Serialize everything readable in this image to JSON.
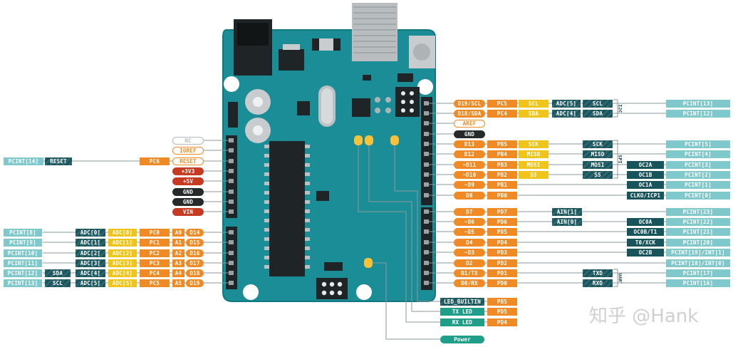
{
  "colors": {
    "board": "#1b8d96",
    "board_edge": "#137780",
    "lines": "#8a9a9c",
    "pcint": "#7fc8cc",
    "orange": "#f08a24",
    "yellow": "#f0c419",
    "dark_teal": "#17545c",
    "teal": "#16888d",
    "red": "#c73a22",
    "black": "#262a2b",
    "power_green": "#1f9f8a",
    "led_yellow": "#f7c23a"
  },
  "left_pins": {
    "top": [
      {
        "label": "NC",
        "style": "outlined_gray"
      },
      {
        "label": "IOREF",
        "style": "outlined_orange"
      },
      {
        "label": "RESET",
        "style": "outlined_orange",
        "port": "PC6",
        "alt": "RESET",
        "pcint": "PCINT[14]"
      },
      {
        "label": "+3V3",
        "style": "red"
      },
      {
        "label": "+5V",
        "style": "red"
      },
      {
        "label": "GND",
        "style": "black"
      },
      {
        "label": "GND",
        "style": "black"
      },
      {
        "label": "VIN",
        "style": "red"
      }
    ],
    "analog": [
      {
        "pcint": "PCINT[8]",
        "twi": "",
        "adc": "ADC[0]",
        "adc2": "ADC[0]",
        "port": "PC0",
        "a": "A0",
        "d": "D14"
      },
      {
        "pcint": "PCINT[9]",
        "twi": "",
        "adc": "ADC[1]",
        "adc2": "ADC[1]",
        "port": "PC1",
        "a": "A1",
        "d": "D15"
      },
      {
        "pcint": "PCINT[10]",
        "twi": "",
        "adc": "ADC[2]",
        "adc2": "ADC[2]",
        "port": "PC2",
        "a": "A2",
        "d": "D16"
      },
      {
        "pcint": "PCINT[11]",
        "twi": "",
        "adc": "ADC[3]",
        "adc2": "ADC[3]",
        "port": "PC3",
        "a": "A3",
        "d": "D17"
      },
      {
        "pcint": "PCINT[12]",
        "twi": "SDA",
        "adc": "ADC[4]",
        "adc2": "ADC[4]",
        "port": "PC4",
        "a": "A4",
        "d": "D18"
      },
      {
        "pcint": "PCINT[13]",
        "twi": "SCL",
        "adc": "ADC[5]",
        "adc2": "ADC[5]",
        "port": "PC5",
        "a": "A5",
        "d": "D19"
      }
    ]
  },
  "right_pins": [
    {
      "pin": "D19/SCL",
      "port": "PC5",
      "func": "SCL",
      "adc": "ADC[5]",
      "bus": "SCL",
      "extra": "",
      "pcint": "PCINT[13]"
    },
    {
      "pin": "D18/SDA",
      "port": "PC4",
      "func": "SDA",
      "adc": "ADC[4]",
      "bus": "SDA",
      "extra": "",
      "pcint": "PCINT[12]"
    },
    {
      "pin": "AREF",
      "special": "outlined"
    },
    {
      "pin": "GND",
      "special": "black"
    },
    {
      "pin": "D13",
      "port": "PB5",
      "func": "SCK",
      "bus": "SCK",
      "extra": "",
      "pcint": "PCINT[5]"
    },
    {
      "pin": "D12",
      "port": "PB4",
      "func": "MISO",
      "bus": "MISO",
      "extra": "",
      "pcint": "PCINT[4]"
    },
    {
      "pin": "~D11",
      "port": "PB3",
      "func": "MOSI",
      "bus": "MOSI",
      "extra": "OC2A",
      "pcint": "PCINT[3]"
    },
    {
      "pin": "~D10",
      "port": "PB2",
      "func": "SS",
      "bus": "SS",
      "extra": "OC1B",
      "pcint": "PCINT[2]"
    },
    {
      "pin": "~D9",
      "port": "PB1",
      "extra": "OC1A",
      "pcint": "PCINT[1]"
    },
    {
      "pin": "D8",
      "port": "PB0",
      "extra": "CLKO/ICP1",
      "pcint": "PCINT[0]"
    },
    {
      "pin": "D7",
      "port": "PD7",
      "ain": "AIN[1]",
      "pcint": "PCINT[23]"
    },
    {
      "pin": "~D6",
      "port": "PD6",
      "ain": "AIN[0]",
      "extra": "OC0A",
      "pcint": "PCINT[22]"
    },
    {
      "pin": "~D5",
      "port": "PD5",
      "extra": "OC0B/T1",
      "pcint": "PCINT[21]"
    },
    {
      "pin": "D4",
      "port": "PD4",
      "extra": "T0/XCK",
      "pcint": "PCINT[20]"
    },
    {
      "pin": "~D3",
      "port": "PD3",
      "extra": "OC2B",
      "pcint": "PCINT[19]/INT[1]"
    },
    {
      "pin": "D2",
      "port": "PD2",
      "pcint": "PCINT[18]/INT[0]"
    },
    {
      "pin": "D1/TX",
      "port": "PD1",
      "bus": "TXD",
      "pcint": "PCINT[17]"
    },
    {
      "pin": "D0/RX",
      "port": "PD0",
      "bus": "RXD",
      "pcint": "PCINT[16]"
    }
  ],
  "buses": {
    "i2c": "I2C",
    "spi": "SPI",
    "uart": "UART"
  },
  "leds": [
    {
      "label": "LED_BUILTIN",
      "port": "PB5"
    },
    {
      "label": "TX LED",
      "port": "PD5"
    },
    {
      "label": "RX LED",
      "port": "PD4"
    },
    {
      "label": "Power",
      "port": ""
    }
  ],
  "watermark": "知乎 @Hank"
}
